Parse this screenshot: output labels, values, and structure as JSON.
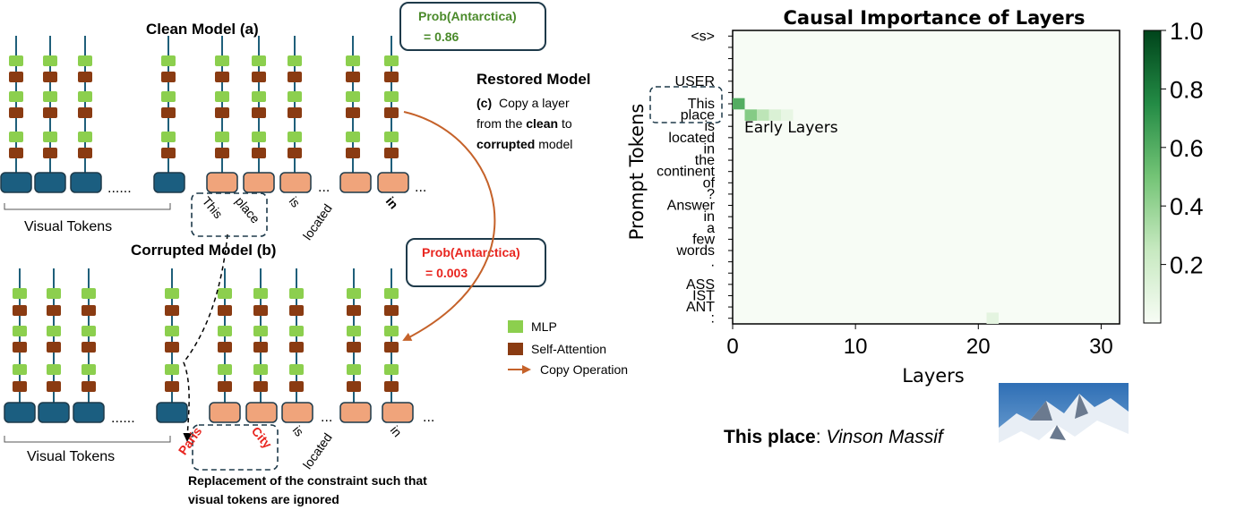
{
  "diagram": {
    "clean_title": "Clean Model (a)",
    "corrupted_title": "Corrupted Model (b)",
    "restored_title": "Restored Model",
    "restored_desc": {
      "tag": "(c)",
      "l1": "Copy a layer",
      "l2a": "from the ",
      "l2b": "clean",
      "l2c": " to",
      "l3a": "corrupted",
      "l3b": " model"
    },
    "prob_clean": {
      "label": "Prob(Antarctica)",
      "value": "= 0.86",
      "color": "#4a8a2a"
    },
    "prob_corrupted": {
      "label": "Prob(Antarctica)",
      "value": "= 0.003",
      "color": "#e8251f"
    },
    "visual_tokens_label": "Visual Tokens",
    "ellipsis": "......",
    "dots": "...",
    "clean_tokens": [
      "This",
      "place",
      "is",
      "located",
      "in"
    ],
    "corrupted_tokens": [
      "Paris",
      "City",
      "is",
      "located",
      "in"
    ],
    "replacement_note": {
      "l1": "Replacement of the constraint such that",
      "l2": "visual tokens are ignored"
    },
    "legend": {
      "mlp": "MLP",
      "attn": "Self-Attention",
      "copy": "Copy Operation"
    },
    "colors": {
      "mlp": "#8ccf4e",
      "attn": "#8a3b12",
      "visual_token": "#1b5e80",
      "text_token": "#f0a47b",
      "copy_arrow": "#c5622a",
      "stem": "#1f5f7a"
    }
  },
  "chart_data": {
    "type": "heatmap",
    "title": "Causal Importance of Layers",
    "xlabel": "Layers",
    "ylabel": "Prompt Tokens",
    "x_ticks": [
      0,
      10,
      20,
      30
    ],
    "xlim": [
      0,
      32
    ],
    "colorbar_ticks": [
      "1.0",
      "0.8",
      "0.6",
      "0.4",
      "0.2"
    ],
    "colorbar_range": [
      0,
      1
    ],
    "colormap": "Greens",
    "tokens": [
      "<s>",
      "",
      "",
      "",
      "USER",
      "",
      "This",
      "place",
      "is",
      "located",
      "in",
      "the",
      "continent",
      "of",
      "?",
      "Answer",
      "in",
      "a",
      "few",
      "words",
      ".",
      "",
      "ASS",
      "IST",
      "ANT",
      ":"
    ],
    "highlights": [
      {
        "token_index": 6,
        "layer": 0,
        "value": 0.6
      },
      {
        "token_index": 7,
        "layer": 1,
        "value": 0.45
      },
      {
        "token_index": 7,
        "layer": 2,
        "value": 0.28
      },
      {
        "token_index": 7,
        "layer": 3,
        "value": 0.15
      },
      {
        "token_index": 7,
        "layer": 4,
        "value": 0.08
      },
      {
        "token_index": 25,
        "layer": 21,
        "value": 0.1
      }
    ],
    "annotation": "Early Layers"
  },
  "caption": {
    "bold": "This place",
    "sep": ": ",
    "italic": "Vinson Massif"
  }
}
